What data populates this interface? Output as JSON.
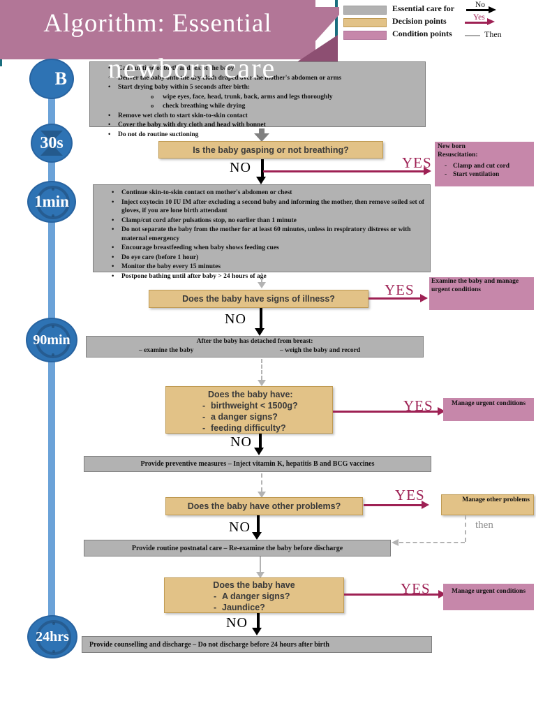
{
  "title": {
    "line1": "Algorithm: Essential",
    "line2": "newborn care"
  },
  "legend": {
    "essential": "Essential care for",
    "decision": "Decision points",
    "condition": "Condition points",
    "no": "No",
    "yes": "Yes",
    "then": "Then"
  },
  "timeline": {
    "birth": "B",
    "s30": "30s",
    "min1": "1min",
    "min90": "90min",
    "hrs24": "24hrs"
  },
  "labels": {
    "yes": "YES",
    "no": "NO",
    "then": "then"
  },
  "care1": {
    "items": [
      "Call out time of birth and sex of the baby",
      "Deliver the baby onto the dry cloth draped over the mother's abdomen or arms",
      "Start drying baby within 5 seconds after birth:",
      "wipe eyes, face, head, trunk, back, arms and legs thoroughly",
      "check breathing while drying",
      "Remove wet cloth to start skin-to-skin contact",
      "Cover the baby with dry cloth and head with bonnet",
      "Do not do routine suctioning"
    ]
  },
  "decision1": {
    "question": "Is the baby gasping or not breathing?"
  },
  "resuscitation": {
    "title": "New born Resuscitation:",
    "items": [
      "Clamp and cut cord",
      "Start ventilation"
    ]
  },
  "care2": {
    "items": [
      "Continue skin-to-skin contact on mother's abdomen or chest",
      "Inject oxytocin 10 IU IM after excluding a second baby and informing the mother, then remove soiled set of gloves, if you are lone birth attendant",
      "Clamp/cut cord after pulsations stop, no earlier than 1 minute",
      "Do not separate the baby from the mother for at least 60 minutes, unless in respiratory distress or with maternal emergency",
      "Encourage breastfeeding when baby shows feeding cues",
      "Do eye care (before 1 hour)",
      "Monitor the baby every 15 minutes",
      "Postpone bathing until after baby > 24 hours of age"
    ]
  },
  "decision2": {
    "question": "Does the baby have signs of illness?"
  },
  "examine": {
    "text": "Examine the baby and manage urgent conditions"
  },
  "care3": {
    "line1": "After the baby has detached from breast:",
    "left": "– examine the baby",
    "right": "– weigh the baby and record"
  },
  "decision3": {
    "title": "Does the baby have:",
    "items": [
      "birthweight < 1500g?",
      "a danger signs?",
      "feeding difficulty?"
    ]
  },
  "manage_urgent_1": {
    "text": "Manage urgent conditions"
  },
  "bar1": {
    "text": "Provide preventive measures – Inject vitamin K, hepatitis B and BCG vaccines"
  },
  "decision4": {
    "question": "Does the baby have other problems?"
  },
  "manage_other": {
    "text": "Manage other problems"
  },
  "bar2": {
    "text": "Provide routine postnatal care – Re-examine the baby before discharge"
  },
  "decision5": {
    "title": "Does the baby have",
    "items": [
      "A danger signs?",
      "Jaundice?"
    ]
  },
  "manage_urgent_2": {
    "text": "Manage urgent conditions"
  },
  "bar3": {
    "text": "Provide counselling and discharge – Do not discharge before 24 hours after birth"
  },
  "colors": {
    "essential_box": "#b2b2b2",
    "decision_box": "#e2c287",
    "condition_box": "#c687aa",
    "yes_arrow": "#9e2154",
    "no_arrow": "#000000",
    "banner": "#b27697",
    "teal_accent": "#1a6e7e",
    "timeline_blue": "#2e73b4"
  }
}
